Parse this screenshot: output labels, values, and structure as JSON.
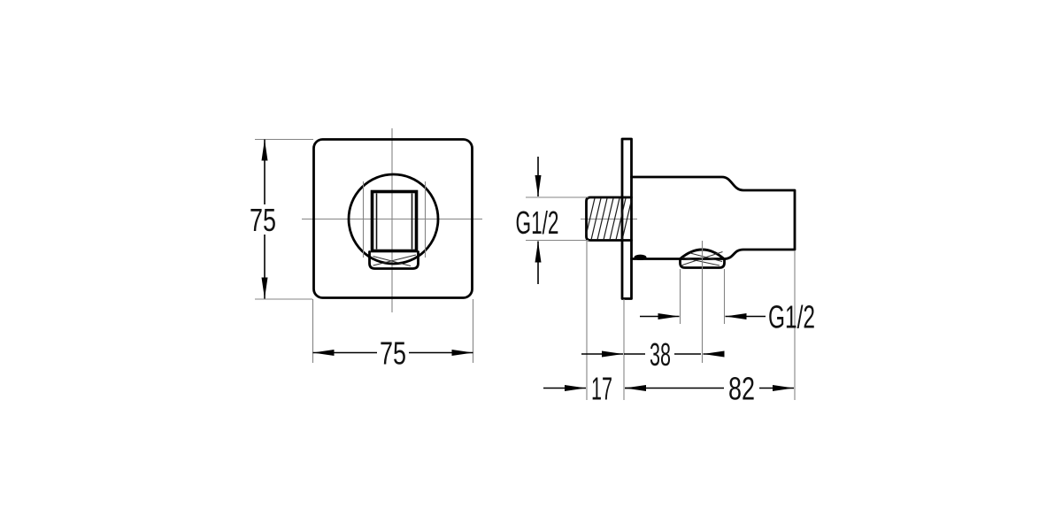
{
  "drawing": {
    "front_view": {
      "height_dim": "75",
      "width_dim": "75"
    },
    "side_view": {
      "inlet_thread_dim": "G1/2",
      "outlet_thread_dim": "G1/2",
      "outlet_offset_dim": "38",
      "nipple_length_dim": "17",
      "body_length_dim": "82"
    },
    "colors": {
      "outline": "#000000",
      "thin_line": "#848484",
      "text": "#111111",
      "background": "#ffffff"
    }
  }
}
